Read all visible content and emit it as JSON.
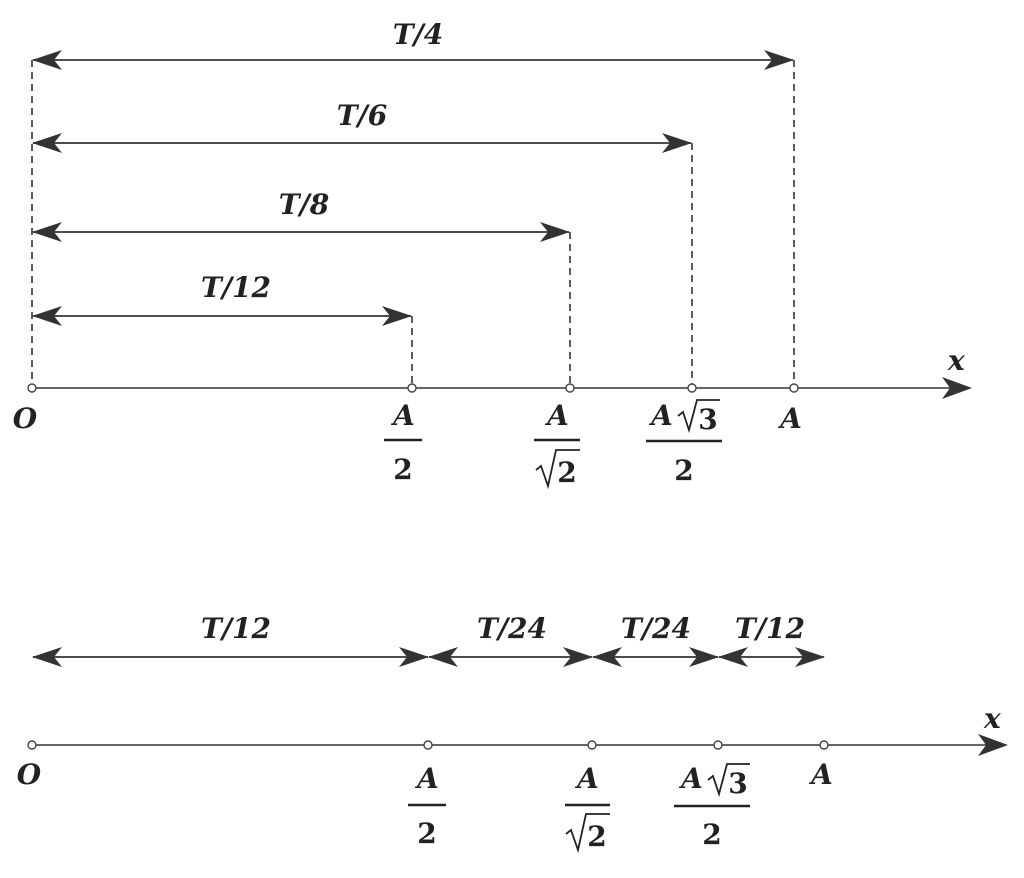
{
  "top": {
    "axis_label": "x",
    "origin_label": "O",
    "ticks": {
      "half": {
        "num": "A",
        "den": "2"
      },
      "inv_root2": {
        "num": "A",
        "den_rad": "2"
      },
      "root3_half": {
        "num": "A",
        "num_rad": "3",
        "den": "2"
      },
      "full": {
        "label": "A"
      }
    },
    "intervals": [
      "T/4",
      "T/6",
      "T/8",
      "T/12"
    ]
  },
  "bottom": {
    "axis_label": "x",
    "origin_label": "O",
    "ticks": {
      "half": {
        "num": "A",
        "den": "2"
      },
      "inv_root2": {
        "num": "A",
        "den_rad": "2"
      },
      "root3_half": {
        "num": "A",
        "num_rad": "3",
        "den": "2"
      },
      "full": {
        "label": "A"
      }
    },
    "segments": [
      "T/12",
      "T/24",
      "T/24",
      "T/12"
    ]
  }
}
